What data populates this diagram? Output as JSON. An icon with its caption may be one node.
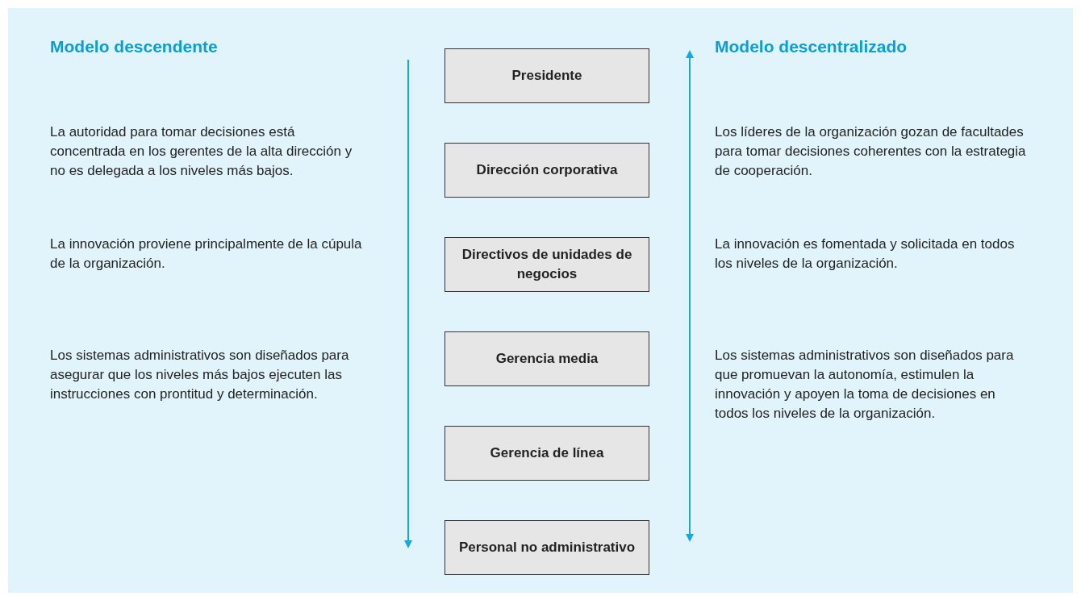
{
  "diagram": {
    "nodes": [
      {
        "text": [
          "Presidente"
        ]
      },
      {
        "text": [
          "Dirección corporativa"
        ]
      },
      {
        "text": [
          "Directivos de unidades de negocios"
        ]
      },
      {
        "text": [
          "Gerencia media"
        ]
      },
      {
        "text": [
          "Gerencia de línea"
        ]
      },
      {
        "text": [
          "Personal no administrativo"
        ]
      }
    ],
    "labels": [
      "Modelo descendente",
      "La autoridad para tomar decisiones está concentrada en los gerentes de la alta dirección y no es delegada a los niveles más bajos.",
      "La innovación proviene principalmente de la cúpula de la organización.",
      "Los sistemas administrativos son diseñados para asegurar que los niveles más bajos ejecuten las instrucciones con prontitud y determinación.",
      "Modelo descentralizado",
      "Los líderes de la organización gozan de facultades para tomar decisiones coherentes con la estrategia de cooperación.",
      "La innovación es fomentada y solicitada en todos los niveles de la organización.",
      "Los sistemas administrativos son diseñados para que promuevan la autonomía, estimulen la innovación y apoyen la toma de decisiones en todos los niveles de la organización."
    ]
  }
}
